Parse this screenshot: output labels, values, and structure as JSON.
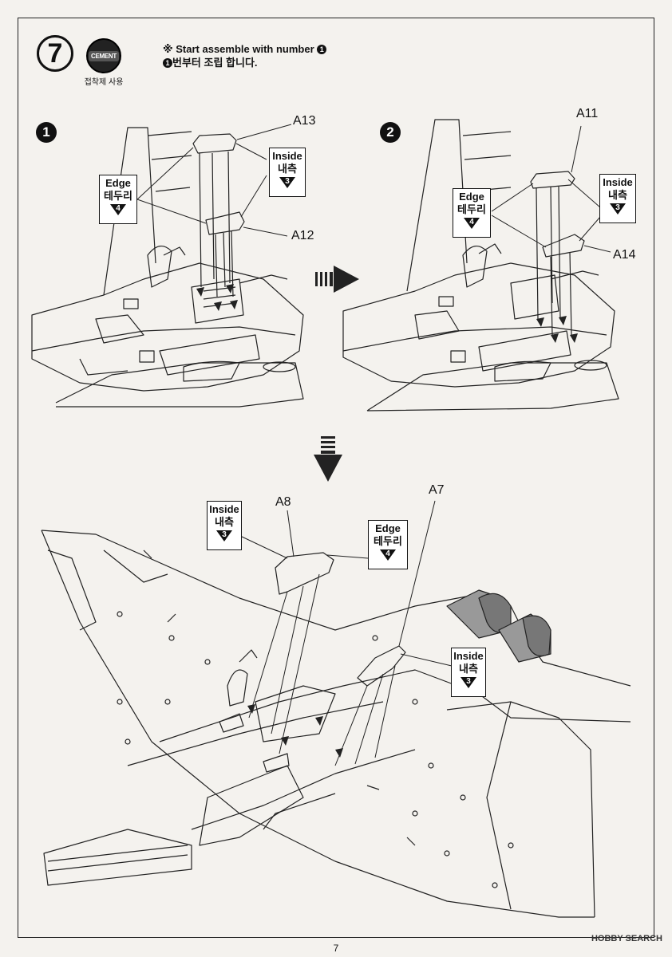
{
  "header": {
    "step_number": "7",
    "cement_badge": "CEMENT",
    "cement_caption": "접착제 사용",
    "instruction_en": "Start assemble with number",
    "instruction_ko": "번부터 조립 합니다.",
    "marker_glyph": "※",
    "circle_one": "1"
  },
  "substeps": [
    {
      "number": "1"
    },
    {
      "number": "2"
    }
  ],
  "parts": {
    "a13": "A13",
    "a12": "A12",
    "a11": "A11",
    "a14": "A14",
    "a8": "A8",
    "a7": "A7"
  },
  "tags": {
    "edge_en": "Edge",
    "edge_ko": "테두리",
    "edge_num": "4",
    "inside_en": "Inside",
    "inside_ko": "내측",
    "inside_num": "3"
  },
  "footer": {
    "page_number": "7",
    "watermark": "HOBBY SEARCH"
  },
  "icons": [
    "cement-icon",
    "arrow-right-icon",
    "arrow-down-icon",
    "triangle-marker-icon"
  ],
  "colors": {
    "ink": "#111111",
    "paper": "#f4f2ee",
    "label_fill": "#ffffff"
  }
}
